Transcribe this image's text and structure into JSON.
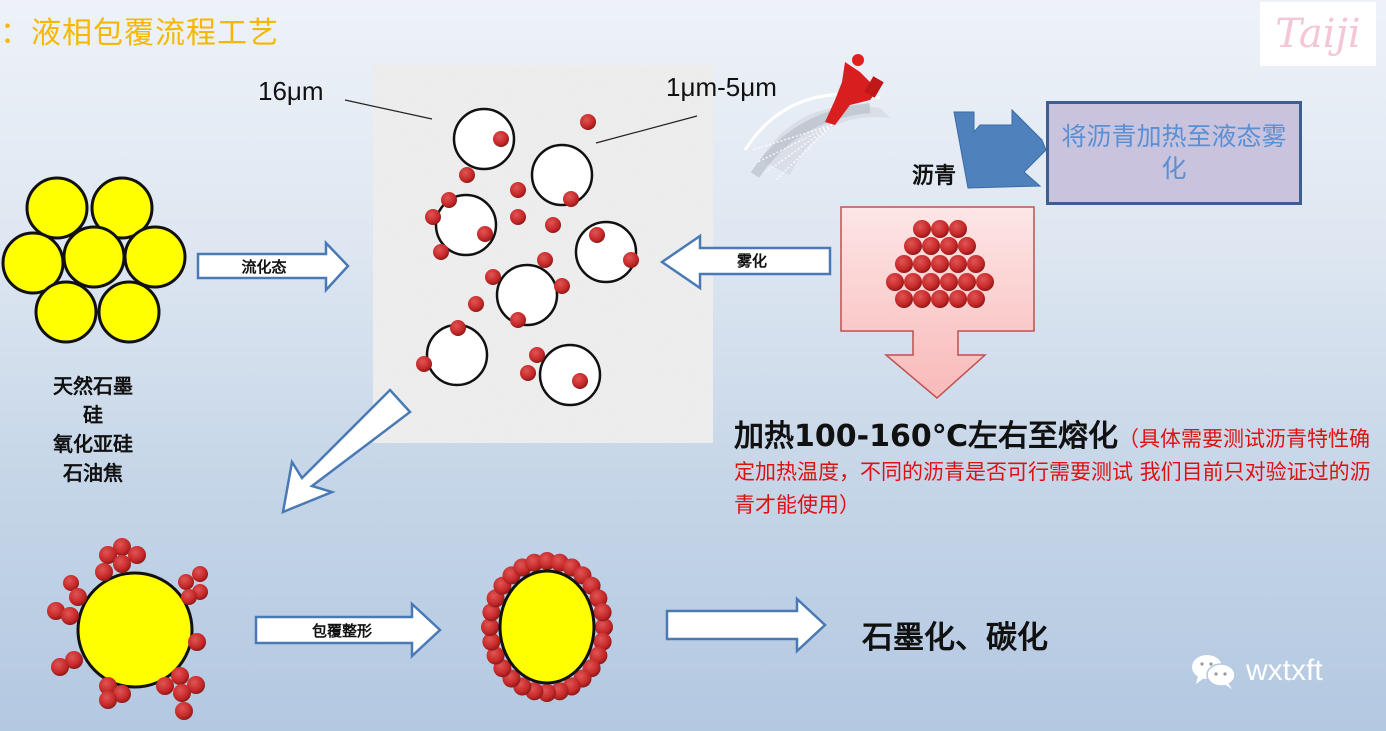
{
  "header": {
    "title": "：液相包覆流程工艺",
    "logo_text": "Taiji"
  },
  "colors": {
    "title": "#f5b800",
    "particle_yellow": "#ffff00",
    "pitch_red": "#c62828",
    "arrow_stroke": "#4a7ab5",
    "note_red": "#e01010",
    "heat_box_fill": "#cac3dd",
    "heat_box_text": "#5b8fd4"
  },
  "raw_material": {
    "labels": [
      "天然石墨",
      "硅",
      "氧化亚硅",
      "石油焦"
    ]
  },
  "arrows": {
    "fluidize": "流化态",
    "atomize": "雾化",
    "coat_shape": "包覆整形"
  },
  "mixing_chamber": {
    "large_particle_size": "16μm",
    "small_droplet_size": "1μm-5μm"
  },
  "pitch": {
    "label": "沥青",
    "heat_box_text": "将沥青加热至液态雾化"
  },
  "heating": {
    "main": "加热100-160℃左右至熔化",
    "note": "（具体需要测试沥青特性确定加热温度，不同的沥青是否可行需要测试 我们目前只对验证过的沥青才能使用）"
  },
  "final_step": {
    "label": "石墨化、碳化"
  },
  "watermark": {
    "text": "wxtxft"
  }
}
